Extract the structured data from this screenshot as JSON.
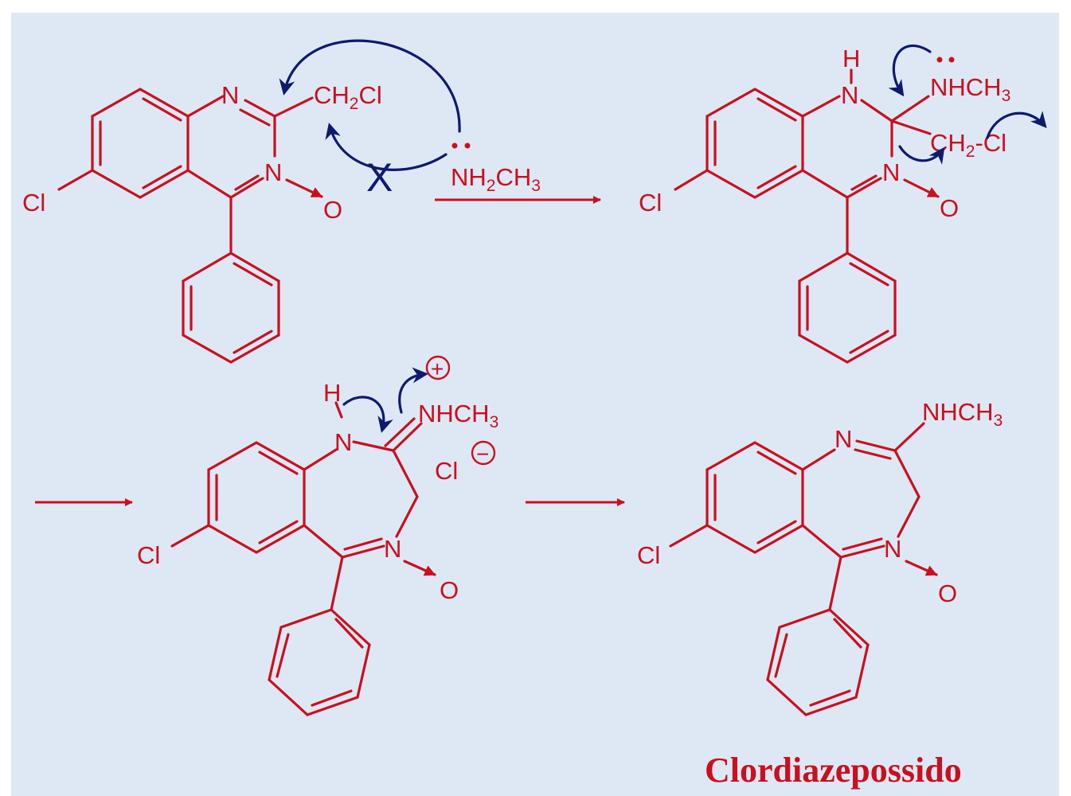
{
  "colors": {
    "background": "#dde8f4",
    "structure": "#c8101e",
    "mechanism_arrow": "#0d1a6e"
  },
  "title": "Clordiazepossido",
  "labels": {
    "s1": {
      "n1": "N",
      "n2": "N",
      "ch2cl": "CH",
      "ch2cl_sub": "2",
      "ch2cl_tail": "Cl",
      "o": "O",
      "cl": "Cl"
    },
    "reagent": {
      "nh2": "NH",
      "nh2_sub": "2",
      "ch3": "CH",
      "ch3_sub": "3",
      "blocked_mark": "X"
    },
    "s2": {
      "h": "H",
      "n1": "N",
      "nhch3": "NHCH",
      "nhch3_sub": "3",
      "ch2": "CH",
      "ch2_sub": "2",
      "cl_tail": "-Cl",
      "n2": "N",
      "o": "O",
      "cl": "Cl"
    },
    "s3": {
      "h": "H",
      "n1": "N",
      "plus": "+",
      "nhch3": "NHCH",
      "nhch3_sub": "3",
      "cl_ion": "Cl",
      "minus": "−",
      "n2": "N",
      "o": "O",
      "cl": "Cl"
    },
    "s4": {
      "n1": "N",
      "nhch3": "NHCH",
      "nhch3_sub": "3",
      "n2": "N",
      "o": "O",
      "cl": "Cl"
    }
  }
}
